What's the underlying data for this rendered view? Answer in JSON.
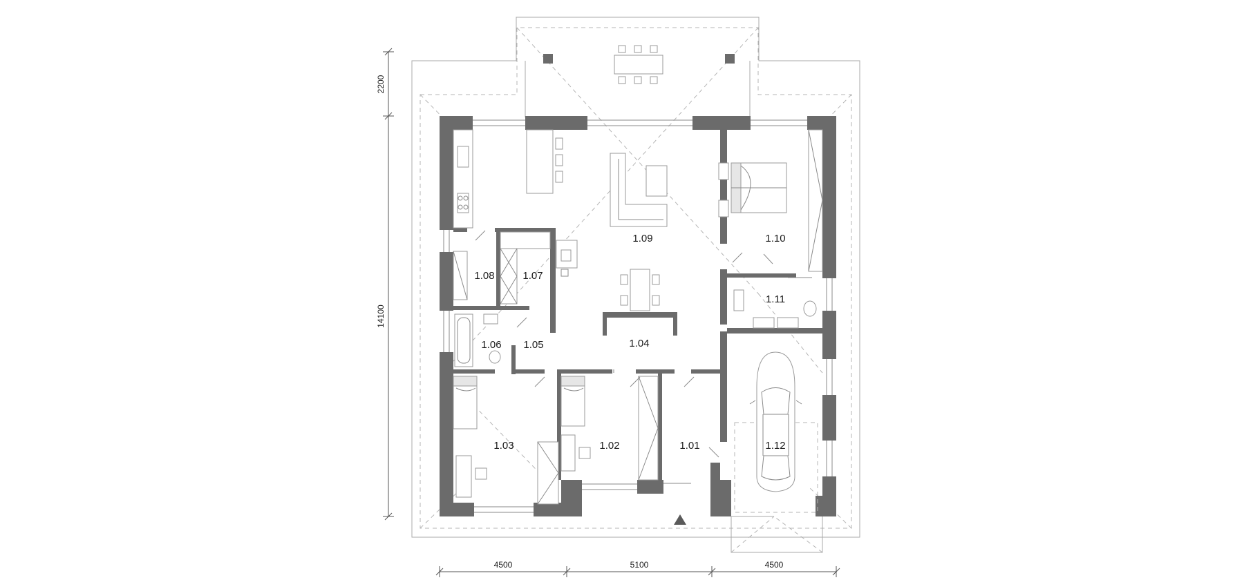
{
  "rooms": [
    {
      "id": "1.01",
      "label": "1.01"
    },
    {
      "id": "1.02",
      "label": "1.02"
    },
    {
      "id": "1.03",
      "label": "1.03"
    },
    {
      "id": "1.04",
      "label": "1.04"
    },
    {
      "id": "1.05",
      "label": "1.05"
    },
    {
      "id": "1.06",
      "label": "1.06"
    },
    {
      "id": "1.07",
      "label": "1.07"
    },
    {
      "id": "1.08",
      "label": "1.08"
    },
    {
      "id": "1.09",
      "label": "1.09"
    },
    {
      "id": "1.10",
      "label": "1.10"
    },
    {
      "id": "1.11",
      "label": "1.11"
    },
    {
      "id": "1.12",
      "label": "1.12"
    }
  ],
  "dimensions": {
    "bottom": [
      "4500",
      "5100",
      "4500"
    ],
    "left_total": "14100",
    "left_terrace": "2200"
  },
  "colors": {
    "wall": "#6b6b6b",
    "line": "#8a8a8a",
    "dash": "#b5b5b5"
  },
  "icons": {
    "entrance_marker": "triangle-up-icon",
    "car": "car-icon"
  }
}
